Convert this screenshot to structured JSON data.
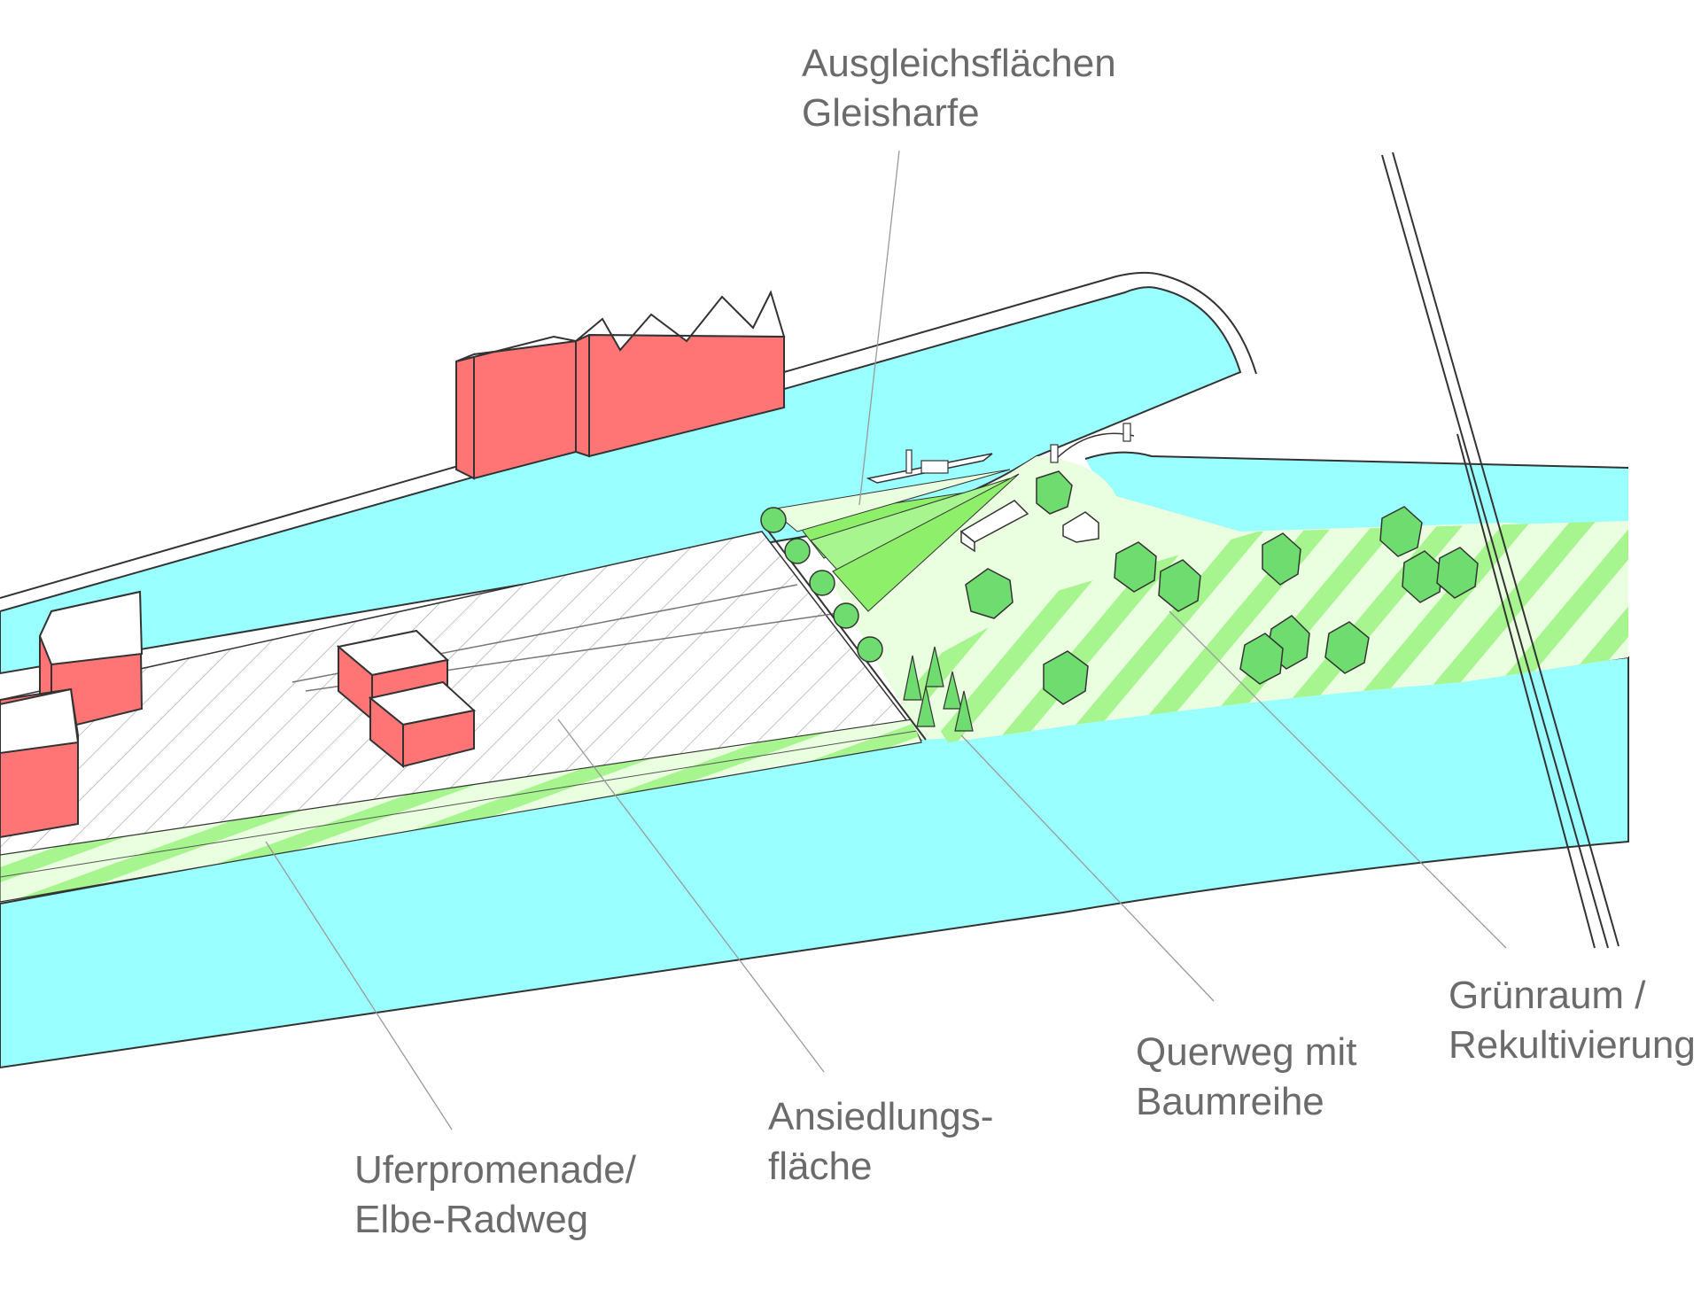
{
  "labels": {
    "ausgleich": {
      "line1": "Ausgleichsflächen",
      "line2": "Gleisharfe"
    },
    "gruenraum": {
      "line1": "Grünraum /",
      "line2": "Rekultivierung"
    },
    "querweg": {
      "line1": "Querweg mit",
      "line2": "Baumreihe"
    },
    "ansiedlung": {
      "line1": "Ansiedlungs-",
      "line2": "fläche"
    },
    "ufer": {
      "line1": "Uferpromenade/",
      "line2": "Elbe-Radweg"
    }
  },
  "colors": {
    "water": "#99ffff",
    "building": "#ff7575",
    "green_light": "#eaffe0",
    "green_stripe": "#a6f58e",
    "green_bright": "#8ef06a",
    "tree": "#6fdc6f",
    "line": "#333333",
    "label_text": "#6b6b6b"
  }
}
